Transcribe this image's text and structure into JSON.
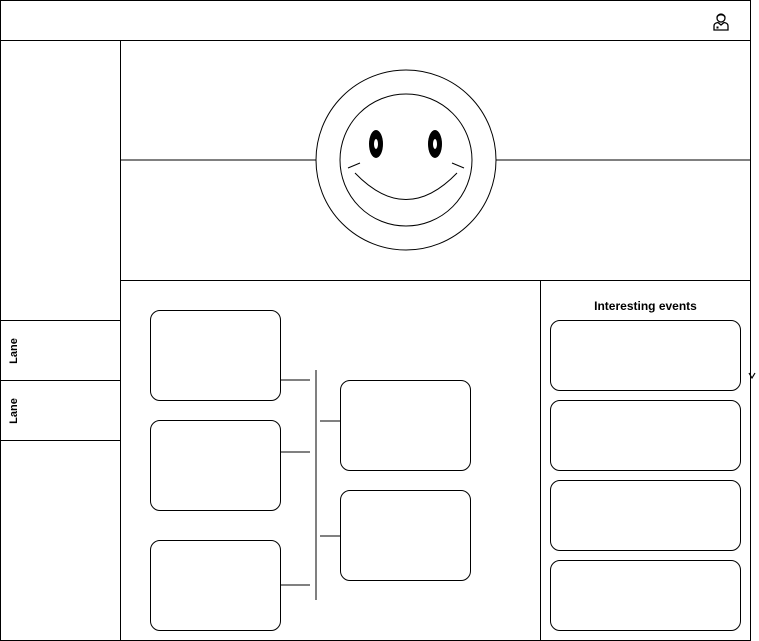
{
  "header": {
    "icon": "user-icon"
  },
  "lanes": [
    {
      "label": "Lane"
    },
    {
      "label": "Lane"
    }
  ],
  "hero": {
    "icon": "smiley-face-icon"
  },
  "events_panel": {
    "title": "Interesting events",
    "card_count": 4
  },
  "flow": {
    "left_box_count": 3,
    "right_box_count": 2
  },
  "colors": {
    "stroke": "#000000",
    "background": "#ffffff"
  }
}
